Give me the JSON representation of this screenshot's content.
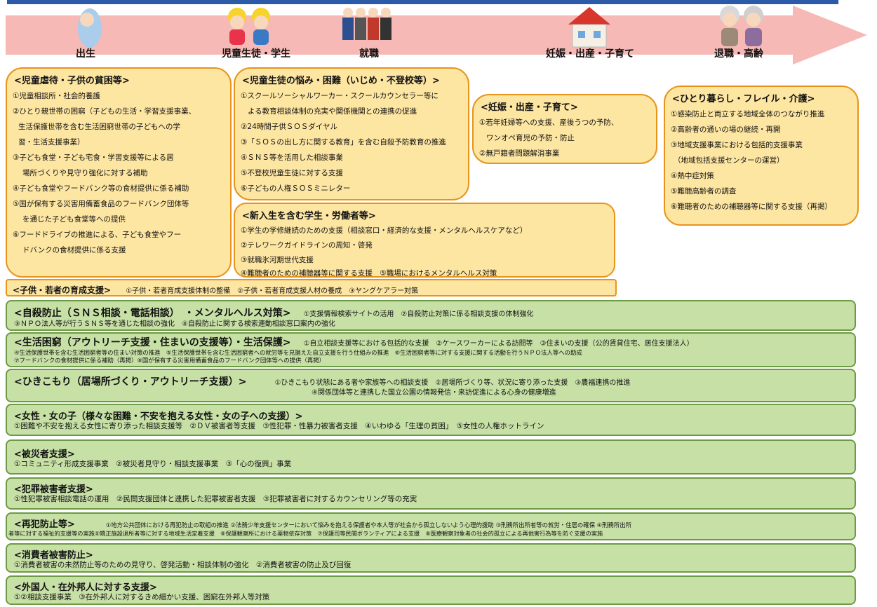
{
  "colors": {
    "arrow": "#f6b9b5",
    "orange_border": "#e8941c",
    "orange_fill": "#fde5a2",
    "green_border": "#6d9a44",
    "green_fill": "#c7e0a6",
    "top_line": "#2a5aa8"
  },
  "stages": [
    "出生",
    "児童生徒・学生",
    "就職",
    "妊娠・出産・子育て",
    "退職・高齢"
  ],
  "boxes": {
    "abuse": {
      "title": "<児童虐待・子供の貧困等>",
      "items": [
        "①児童相談所・社会的養護",
        "②ひとり親世帯の困窮（子どもの生活・学習支援事業、",
        "生活保護世帯を含む生活困窮世帯の子どもへの学",
        "習・生活支援事業）",
        "③子ども食堂・子ども宅食・学習支援等による居",
        "場所づくりや見守り強化に対する補助",
        "④子ども食堂やフードバンク等の食材提供に係る補助",
        "⑤国が保有する災害用備蓄食品のフードバンク団体等",
        "を通じた子ども食堂等への提供",
        "⑥フードドライブの推進による、子ども食堂やフー",
        "ドバンクの食材提供に係る支援"
      ]
    },
    "students": {
      "title": "<児童生徒の悩み・困難（いじめ・不登校等）>",
      "items": [
        "①スクールソーシャルワーカー・スクールカウンセラー等に",
        "よる教育相談体制の充実や関係機関との連携の促進",
        "②24時間子供ＳＯＳダイヤル",
        "③「ＳＯＳの出し方に関する教育」を含む自殺予防教育の推進",
        "④ＳＮＳ等を活用した相談事業",
        "⑤不登校児童生徒に対する支援",
        "⑥子どもの人権ＳＯＳミニレター"
      ]
    },
    "pregnancy": {
      "title": "<妊娠・出産・子育て>",
      "items": [
        "①若年妊婦等への支援、産後うつの予防、",
        "ワンオペ育児の予防・防止",
        "②無戸籍者問題解消事業"
      ]
    },
    "elderly": {
      "title": "<ひとり暮らし・フレイル・介護>",
      "items": [
        "①感染防止と両立する地域全体のつながり推進",
        "②高齢者の通いの場の継続・再開",
        "③地域支援事業における包括的支援事業",
        "（地域包括支援センターの運営）",
        "④熱中症対策",
        "⑤難聴高齢者の調査",
        "⑥難聴者のための補聴器等に関する支援（再掲）"
      ]
    },
    "workers": {
      "title": "<新入生を含む学生・労働者等>",
      "items": [
        "①学生の学修継続のための支援（相談窓口・経済的な支援・メンタルヘルスケアなど）",
        "②テレワークガイドラインの周知・啓発",
        "③就職氷河期世代支援",
        "④難聴者のための補聴器等に関する支援　⑤職場におけるメンタルヘルス対策"
      ]
    }
  },
  "youth": {
    "title": "<子供・若者の育成支援>",
    "text": "①子供・若者育成支援体制の整備　②子供・若者育成支援人材の養成　③ヤングケアラー対策"
  },
  "green": [
    {
      "title": "<自殺防止（ＳＮＳ相談・電話相談）　・メンタルヘルス対策>",
      "inline": "①支援情報検索サイトの活用　②自殺防止対策に係る相談支援の体制強化",
      "lines": [
        "③ＮＰＯ法人等が行うＳＮＳ等を通じた相談の強化　④自殺防止に関する検索連動相談窓口案内の強化"
      ]
    },
    {
      "title": "<生活困窮（アウトリーチ支援・住まいの支援等）・生活保護>",
      "inline": "①自立相談支援等における包括的な支援　②ケースワーカーによる訪問等　③住まいの支援（公的賃貸住宅、居住支援法人）",
      "lines": [
        "④生活保護世帯を含む生活困窮者等の住まい対策の推進　⑤生活保護世帯を含む生活困窮者への就労等を見据えた自立支援を行う仕組みの推進　⑥生活困窮者等に対する支援に関する活動を行うＮＰＯ法人等への助成",
        "⑦フードバンクの食材提供に係る補助（再掲）⑧国が保有する災害用備蓄食品のフードバンク団体等への提供（再掲）"
      ]
    },
    {
      "title": "<ひきこもり（居場所づくり・アウトリーチ支援）>",
      "inline": "①ひきこもり状態にある者や家族等への相談支援　②居場所づくり等、状況に寄り添った支援　③農福連携の推進",
      "lines": [
        "④関係団体等と連携した国立公園の情報発信・来訪促進による心身の健康増進"
      ]
    },
    {
      "title": "<女性・女の子（様々な困難・不安を抱える女性・女の子への支援）>",
      "inline": "",
      "lines": [
        "①困難や不安を抱える女性に寄り添った相談支援等　②ＤＶ被害者等支援　③性犯罪・性暴力被害者支援　④いわゆる「生理の貧困」　⑤女性の人権ホットライン"
      ]
    },
    {
      "title": "<被災者支援>",
      "inline": "",
      "lines": [
        "①コミュニティ形成支援事業　②被災者見守り・相談支援事業　③「心の復興」事業"
      ]
    },
    {
      "title": "<犯罪被害者支援>",
      "inline": "",
      "lines": [
        "①性犯罪被害相談電話の運用　②民間支援団体と連携した犯罪被害者支援　③犯罪被害者に対するカウンセリング等の充実"
      ]
    },
    {
      "title": "<再犯防止等>",
      "inline": "①地方公共団体における再犯防止の取組の推進 ②法務少年支援センターにおいて悩みを抱える保護者や本人等が社会から孤立しないよう心理的援助 ③刑務所出所者等の就労・住居の確保 ④刑務所出所",
      "lines": [
        "者等に対する福祉的支援等の実施⑤矯正施設退所者等に対する地域生活定着支援　⑥保護観察所における薬物依存対策　⑦保護司等民間ボランティアによる支援　⑧医療観察対象者の社会的孤立による再他害行為等を防ぐ支援の実施"
      ]
    },
    {
      "title": "<消費者被害防止>",
      "inline": "",
      "lines": [
        "①消費者被害の未然防止等のための見守り、啓発活動・相談体制の強化　②消費者被害の防止及び回復"
      ]
    },
    {
      "title": "<外国人・在外邦人に対する支援>",
      "inline": "",
      "lines": [
        "①②相談支援事業　③在外邦人に対するきめ細かい支援、困窮在外邦人等対策"
      ]
    }
  ]
}
